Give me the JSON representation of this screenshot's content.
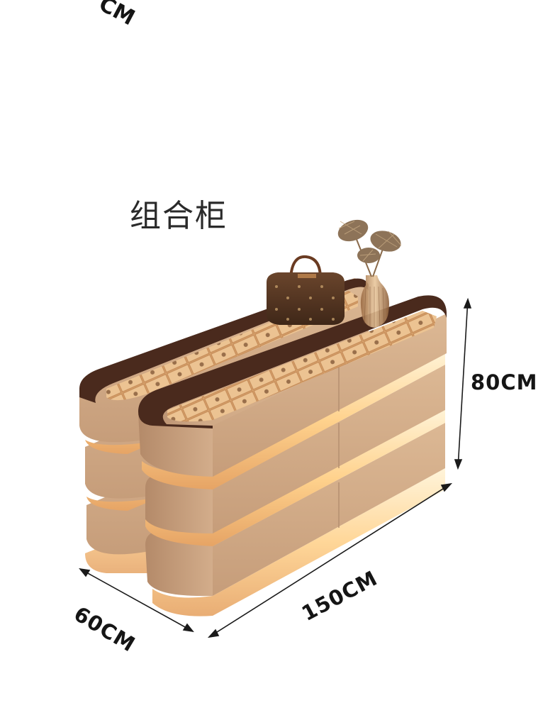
{
  "title": "组合柜",
  "dimensions": {
    "top_cut_label": "CM",
    "height": "80CM",
    "depth": "60CM",
    "width": "150CM"
  },
  "colors": {
    "cabinet_body": "#d2ab89",
    "cabinet_shadow": "#b88f6e",
    "led_glow": "#ffe0a6",
    "top_rim": "#4a2a1d",
    "showcase_glass": "#c8905d",
    "dimension_line": "#1a1a1a"
  },
  "icons": [
    "handbag-icon",
    "vase-icon",
    "dried-flowers-icon"
  ]
}
